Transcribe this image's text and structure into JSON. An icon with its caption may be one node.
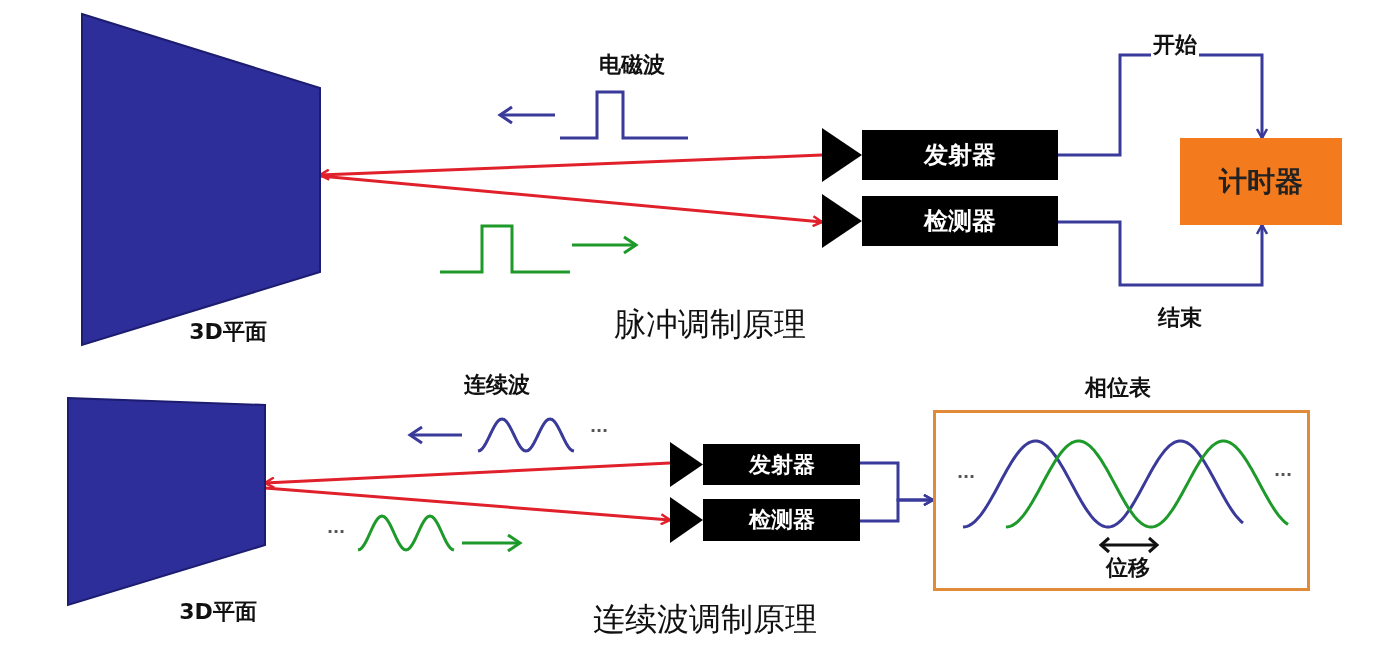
{
  "diagram": {
    "nodes": [
      {
        "text": [
          "3D平面"
        ]
      },
      {
        "text": [
          "发射器"
        ]
      },
      {
        "text": [
          "检测器"
        ]
      },
      {
        "text": [
          "计时器"
        ]
      },
      {
        "text": [
          "3D平面"
        ]
      },
      {
        "text": [
          "发射器"
        ]
      },
      {
        "text": [
          "检测器"
        ]
      },
      {
        "text": [
          "相位表",
          "位移"
        ]
      }
    ],
    "edges": [
      {
        "from": 1,
        "to": 0,
        "arrow": "to",
        "color": "#e0202a"
      },
      {
        "from": 0,
        "to": 2,
        "arrow": "to",
        "color": "#e0202a"
      },
      {
        "from": 1,
        "to": 3,
        "arrow": "to",
        "label": "开始",
        "color": "#3a3a9a"
      },
      {
        "from": 2,
        "to": 3,
        "arrow": "to",
        "label": "结束",
        "color": "#3a3a9a"
      },
      {
        "from": 5,
        "to": 4,
        "arrow": "to",
        "color": "#e0202a"
      },
      {
        "from": 4,
        "to": 6,
        "arrow": "to",
        "color": "#e0202a"
      },
      {
        "from": 5,
        "to": 7,
        "arrow": "to",
        "color": "#3a3a9a"
      },
      {
        "from": 6,
        "to": 7,
        "arrow": "to",
        "color": "#3a3a9a"
      }
    ],
    "labels": [
      "电磁波",
      "脉冲调制原理",
      "连续波",
      "···",
      "···",
      "···",
      "···",
      "连续波调制原理"
    ]
  }
}
